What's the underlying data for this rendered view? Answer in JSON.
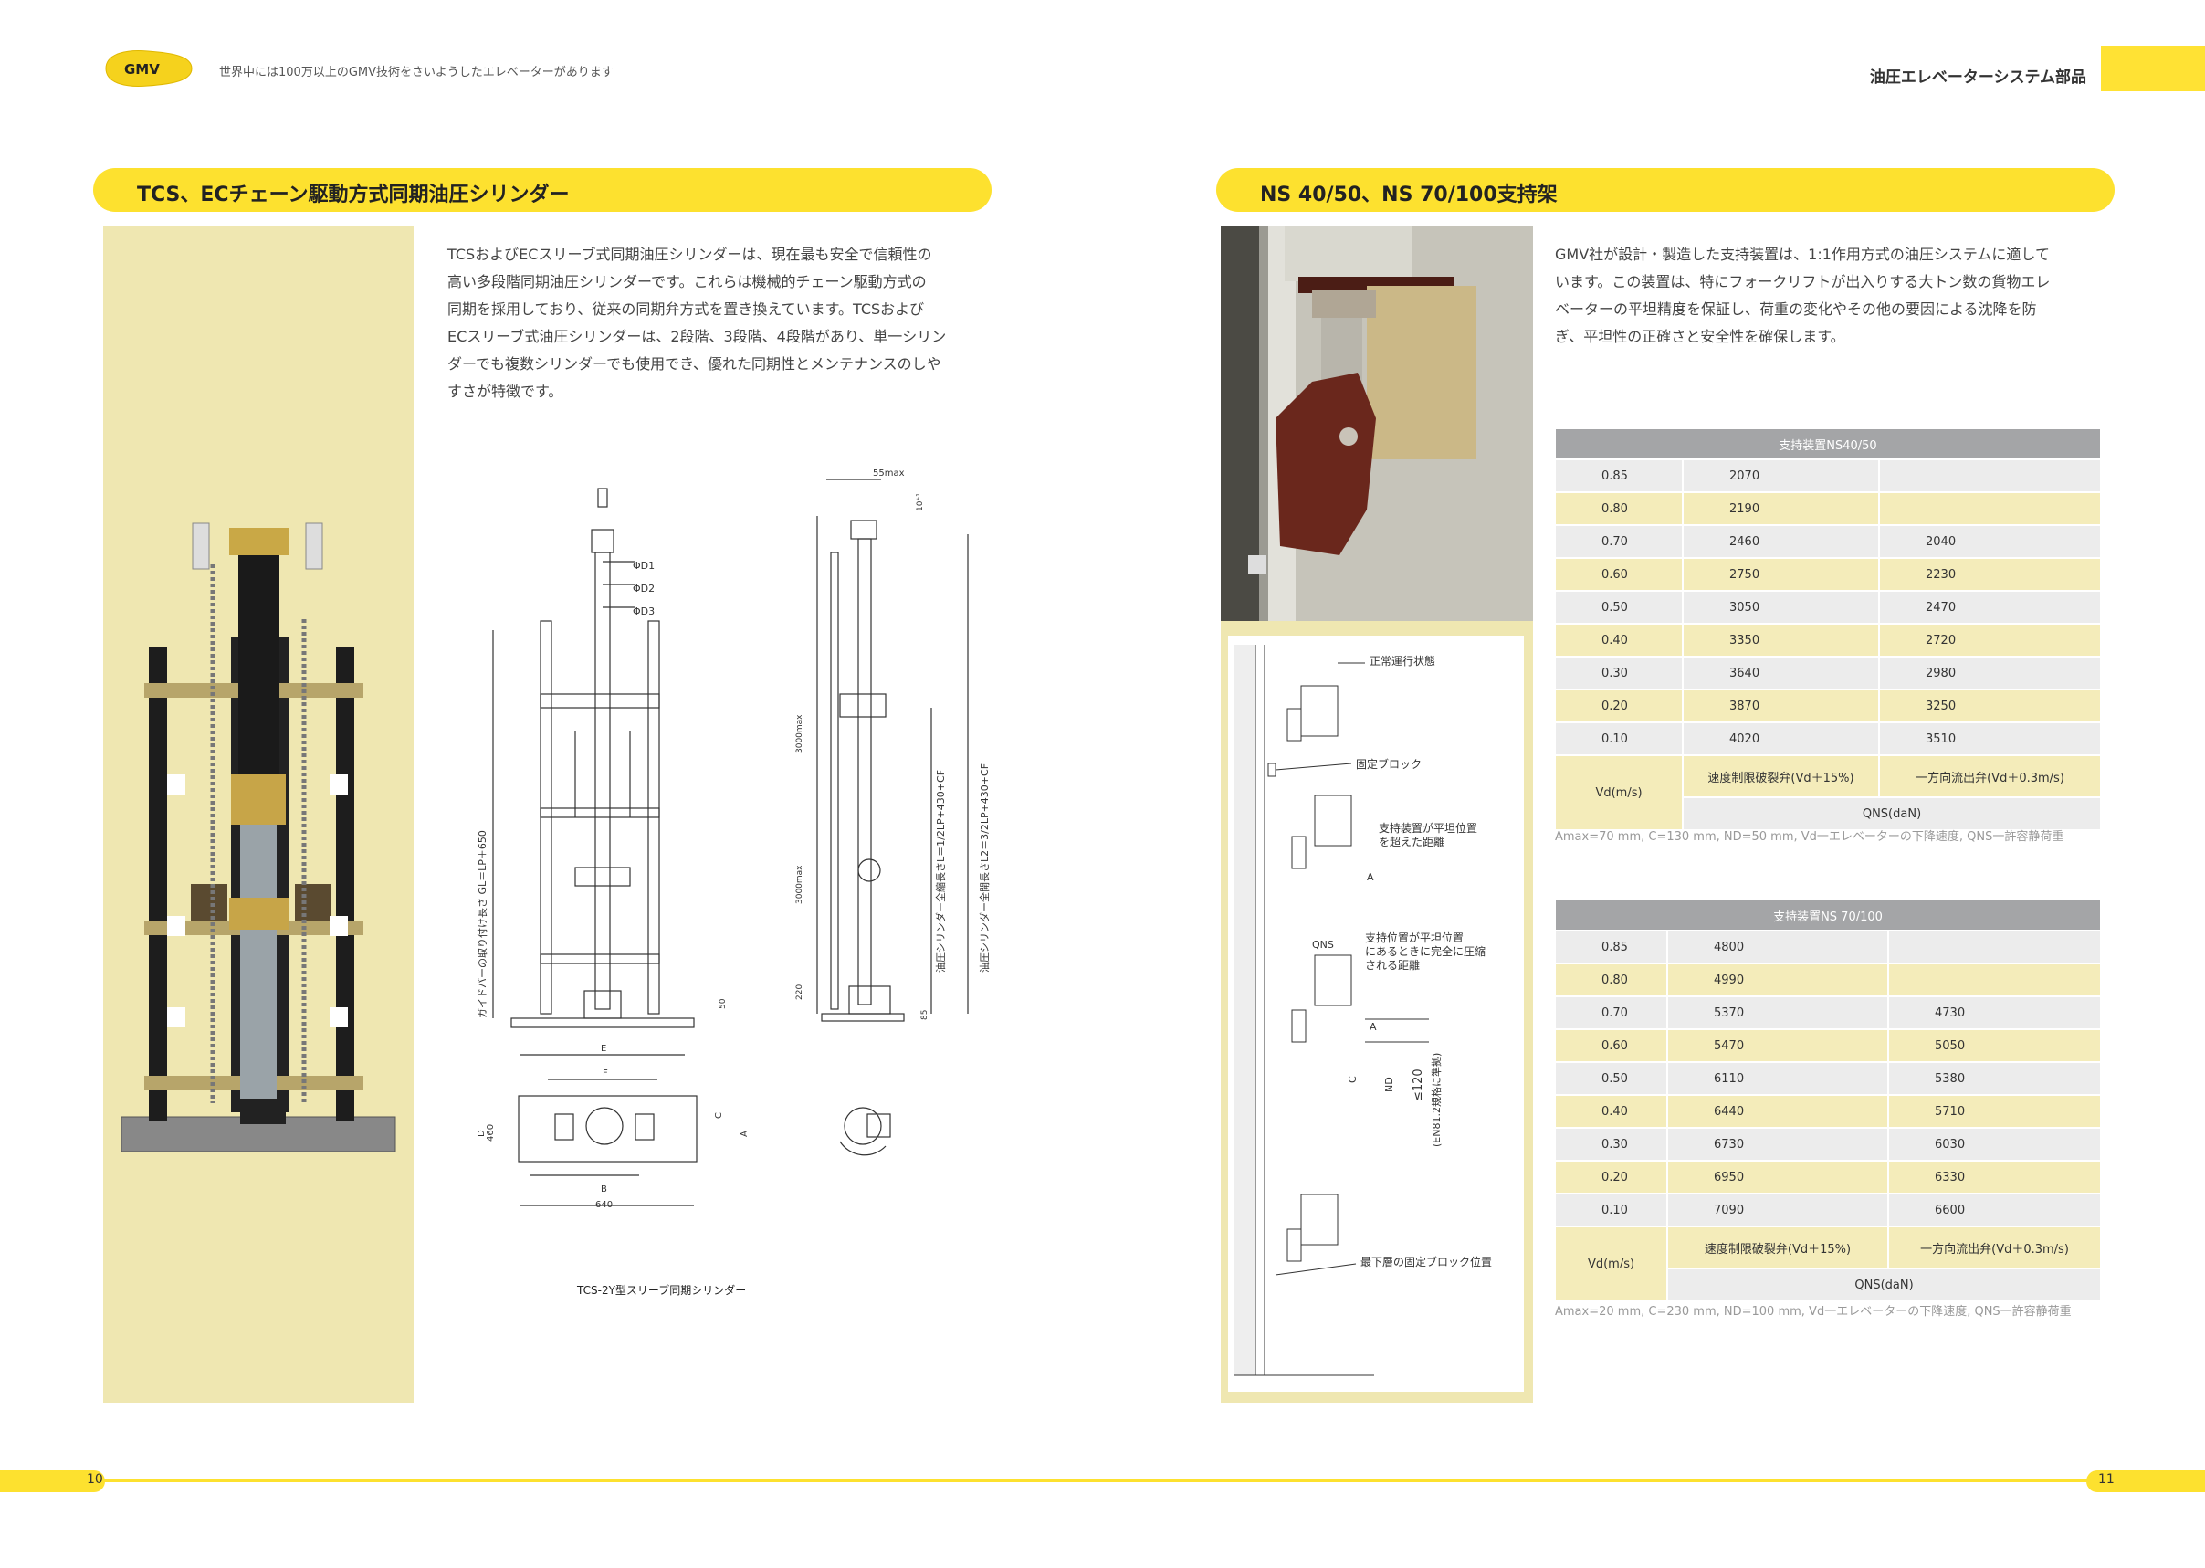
{
  "header": {
    "logo_text": "GMV",
    "tagline": "世界中には100万以上のGMV技術をさいようしたエレベーターがあります",
    "category": "油圧エレベーターシステム部品"
  },
  "left": {
    "title": "TCS、ECチェーン駆動方式同期油圧シリンダー",
    "paragraph": [
      "TCSおよびECスリーブ式同期油圧シリンダーは、現在最も安全で信頼性の",
      "高い多段階同期油圧シリンダーです。これらは機械的チェーン駆動方式の",
      "同期を採用しており、従来の同期弁方式を置き換えています。TCSおよび",
      "ECスリーブ式油圧シリンダーは、2段階、3段階、4段階があり、単一シリン",
      "ダーでも複数シリンダーでも使用でき、優れた同期性とメンテナンスのしや",
      "すさが特徴です。"
    ],
    "drawing_caption": "TCS-2Y型スリーブ同期シリンダー",
    "drawing_labels": {
      "d1": "ΦD1",
      "d2": "ΦD2",
      "d3": "ΦD3",
      "gl": "ガイドバーの取り付け長さ GL＝LP＋650",
      "l1": "油圧シリンダー全縮長さL＝1/2LP+430+CF",
      "l2": "油圧シリンダー全開長さL2＝3/2LP+430+CF",
      "m55": "55max",
      "m10": "10⁺¹",
      "m3000a": "3000max",
      "m3000b": "3000max",
      "m220": "220",
      "m50": "50",
      "m85": "85",
      "e": "E",
      "f": "F",
      "b": "B",
      "d": "D",
      "c": "C",
      "a": "A",
      "m460": "460",
      "m640": "640"
    }
  },
  "right": {
    "title": "NS 40/50、NS 70/100支持架",
    "paragraph": [
      "GMV社が設計・製造した支持装置は、1:1作用方式の油圧システムに適して",
      "います。この装置は、特にフォークリフトが出入りする大トン数の貨物エレ",
      "ベーターの平坦精度を保証し、荷重の変化やその他の要因による沈降を防",
      "ぎ、平坦性の正確さと安全性を確保します。"
    ],
    "diagram_labels": {
      "normal": "正常運行状態",
      "fixed_block": "固定ブロック",
      "exceed_1": "支持装置が平坦位置",
      "exceed_2": "を超えた距離",
      "a": "A",
      "qns": "QNS",
      "compress_1": "支持位置が平坦位置",
      "compress_2": "にあるときに完全に圧縮",
      "compress_3": "される距離",
      "nd": "ND",
      "c": "C",
      "le120": "≤120",
      "en81": "(EN81.2規格に準拠)",
      "bottom_block": "最下層の固定ブロック位置"
    },
    "table1": {
      "title": "支持装置NS40/50",
      "rows": [
        [
          "0.85",
          "2070",
          ""
        ],
        [
          "0.80",
          "2190",
          ""
        ],
        [
          "0.70",
          "2460",
          "2040"
        ],
        [
          "0.60",
          "2750",
          "2230"
        ],
        [
          "0.50",
          "3050",
          "2470"
        ],
        [
          "0.40",
          "3350",
          "2720"
        ],
        [
          "0.30",
          "3640",
          "2980"
        ],
        [
          "0.20",
          "3870",
          "3250"
        ],
        [
          "0.10",
          "4020",
          "3510"
        ]
      ],
      "vd": "Vd(m/s)",
      "col1": "速度制限破裂弁(Vd＋15%)",
      "col2": "一方向流出弁(Vd＋0.3m/s)",
      "unit": "QNS(daN)",
      "note": "Amax=70 mm, C=130 mm, ND=50 mm, Vd一エレベーターの下降速度, QNS一許容静荷重"
    },
    "table2": {
      "title": "支持装置NS 70/100",
      "rows": [
        [
          "0.85",
          "4800",
          ""
        ],
        [
          "0.80",
          "4990",
          ""
        ],
        [
          "0.70",
          "5370",
          "4730"
        ],
        [
          "0.60",
          "5470",
          "5050"
        ],
        [
          "0.50",
          "6110",
          "5380"
        ],
        [
          "0.40",
          "6440",
          "5710"
        ],
        [
          "0.30",
          "6730",
          "6030"
        ],
        [
          "0.20",
          "6950",
          "6330"
        ],
        [
          "0.10",
          "7090",
          "6600"
        ]
      ],
      "vd": "Vd(m/s)",
      "col1": "速度制限破裂弁(Vd＋15%)",
      "col2": "一方向流出弁(Vd＋0.3m/s)",
      "unit": "QNS(daN)",
      "note": "Amax=20 mm, C=230 mm, ND=100 mm, Vd一エレベーターの下降速度, QNS一許容静荷重"
    }
  },
  "footer": {
    "page_left": "10",
    "page_right": "11"
  },
  "colors": {
    "accent": "#fde12f",
    "cream": "#efe7b1",
    "table_head": "#a4a5a7"
  }
}
